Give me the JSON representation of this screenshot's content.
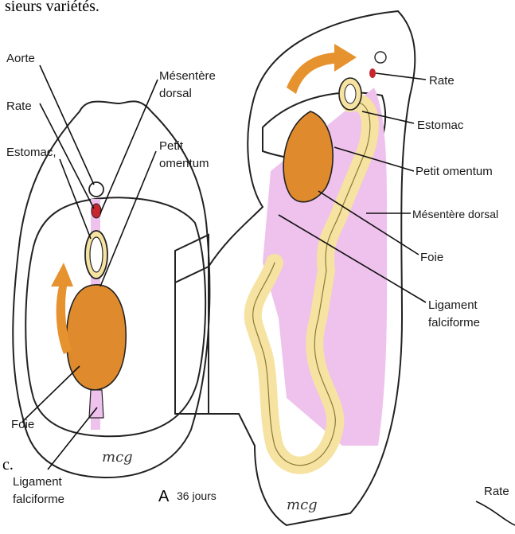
{
  "top_text": "sieurs variétés.",
  "side_char": "c.",
  "signature": "mcg",
  "left_panel": {
    "labels": {
      "aorte": "Aorte",
      "rate": "Rate",
      "estomac": "Estomac,",
      "mesentere_line1": "Mésentère",
      "mesentere_line2": "dorsal",
      "petit_line1": "Petit",
      "petit_line2": "omentum",
      "foie": "Foie",
      "ligament_line1": "Ligament",
      "ligament_line2": "falciforme"
    }
  },
  "right_panel": {
    "panel_letter": "A",
    "age": "36 jours",
    "labels": {
      "rate": "Rate",
      "estomac": "Estomac",
      "petit_omentum": "Petit omentum",
      "mesentere_dorsal": "Mésentère dorsal",
      "foie": "Foie",
      "ligament_line1": "Ligament",
      "ligament_line2": "falciforme",
      "rate_bottom": "Rate"
    }
  },
  "colors": {
    "liver": "#e08a2e",
    "stomach": "#f6e3a1",
    "mesentery": "#eec2ec",
    "arrow": "#e6932f",
    "spleen": "#c8262e"
  }
}
